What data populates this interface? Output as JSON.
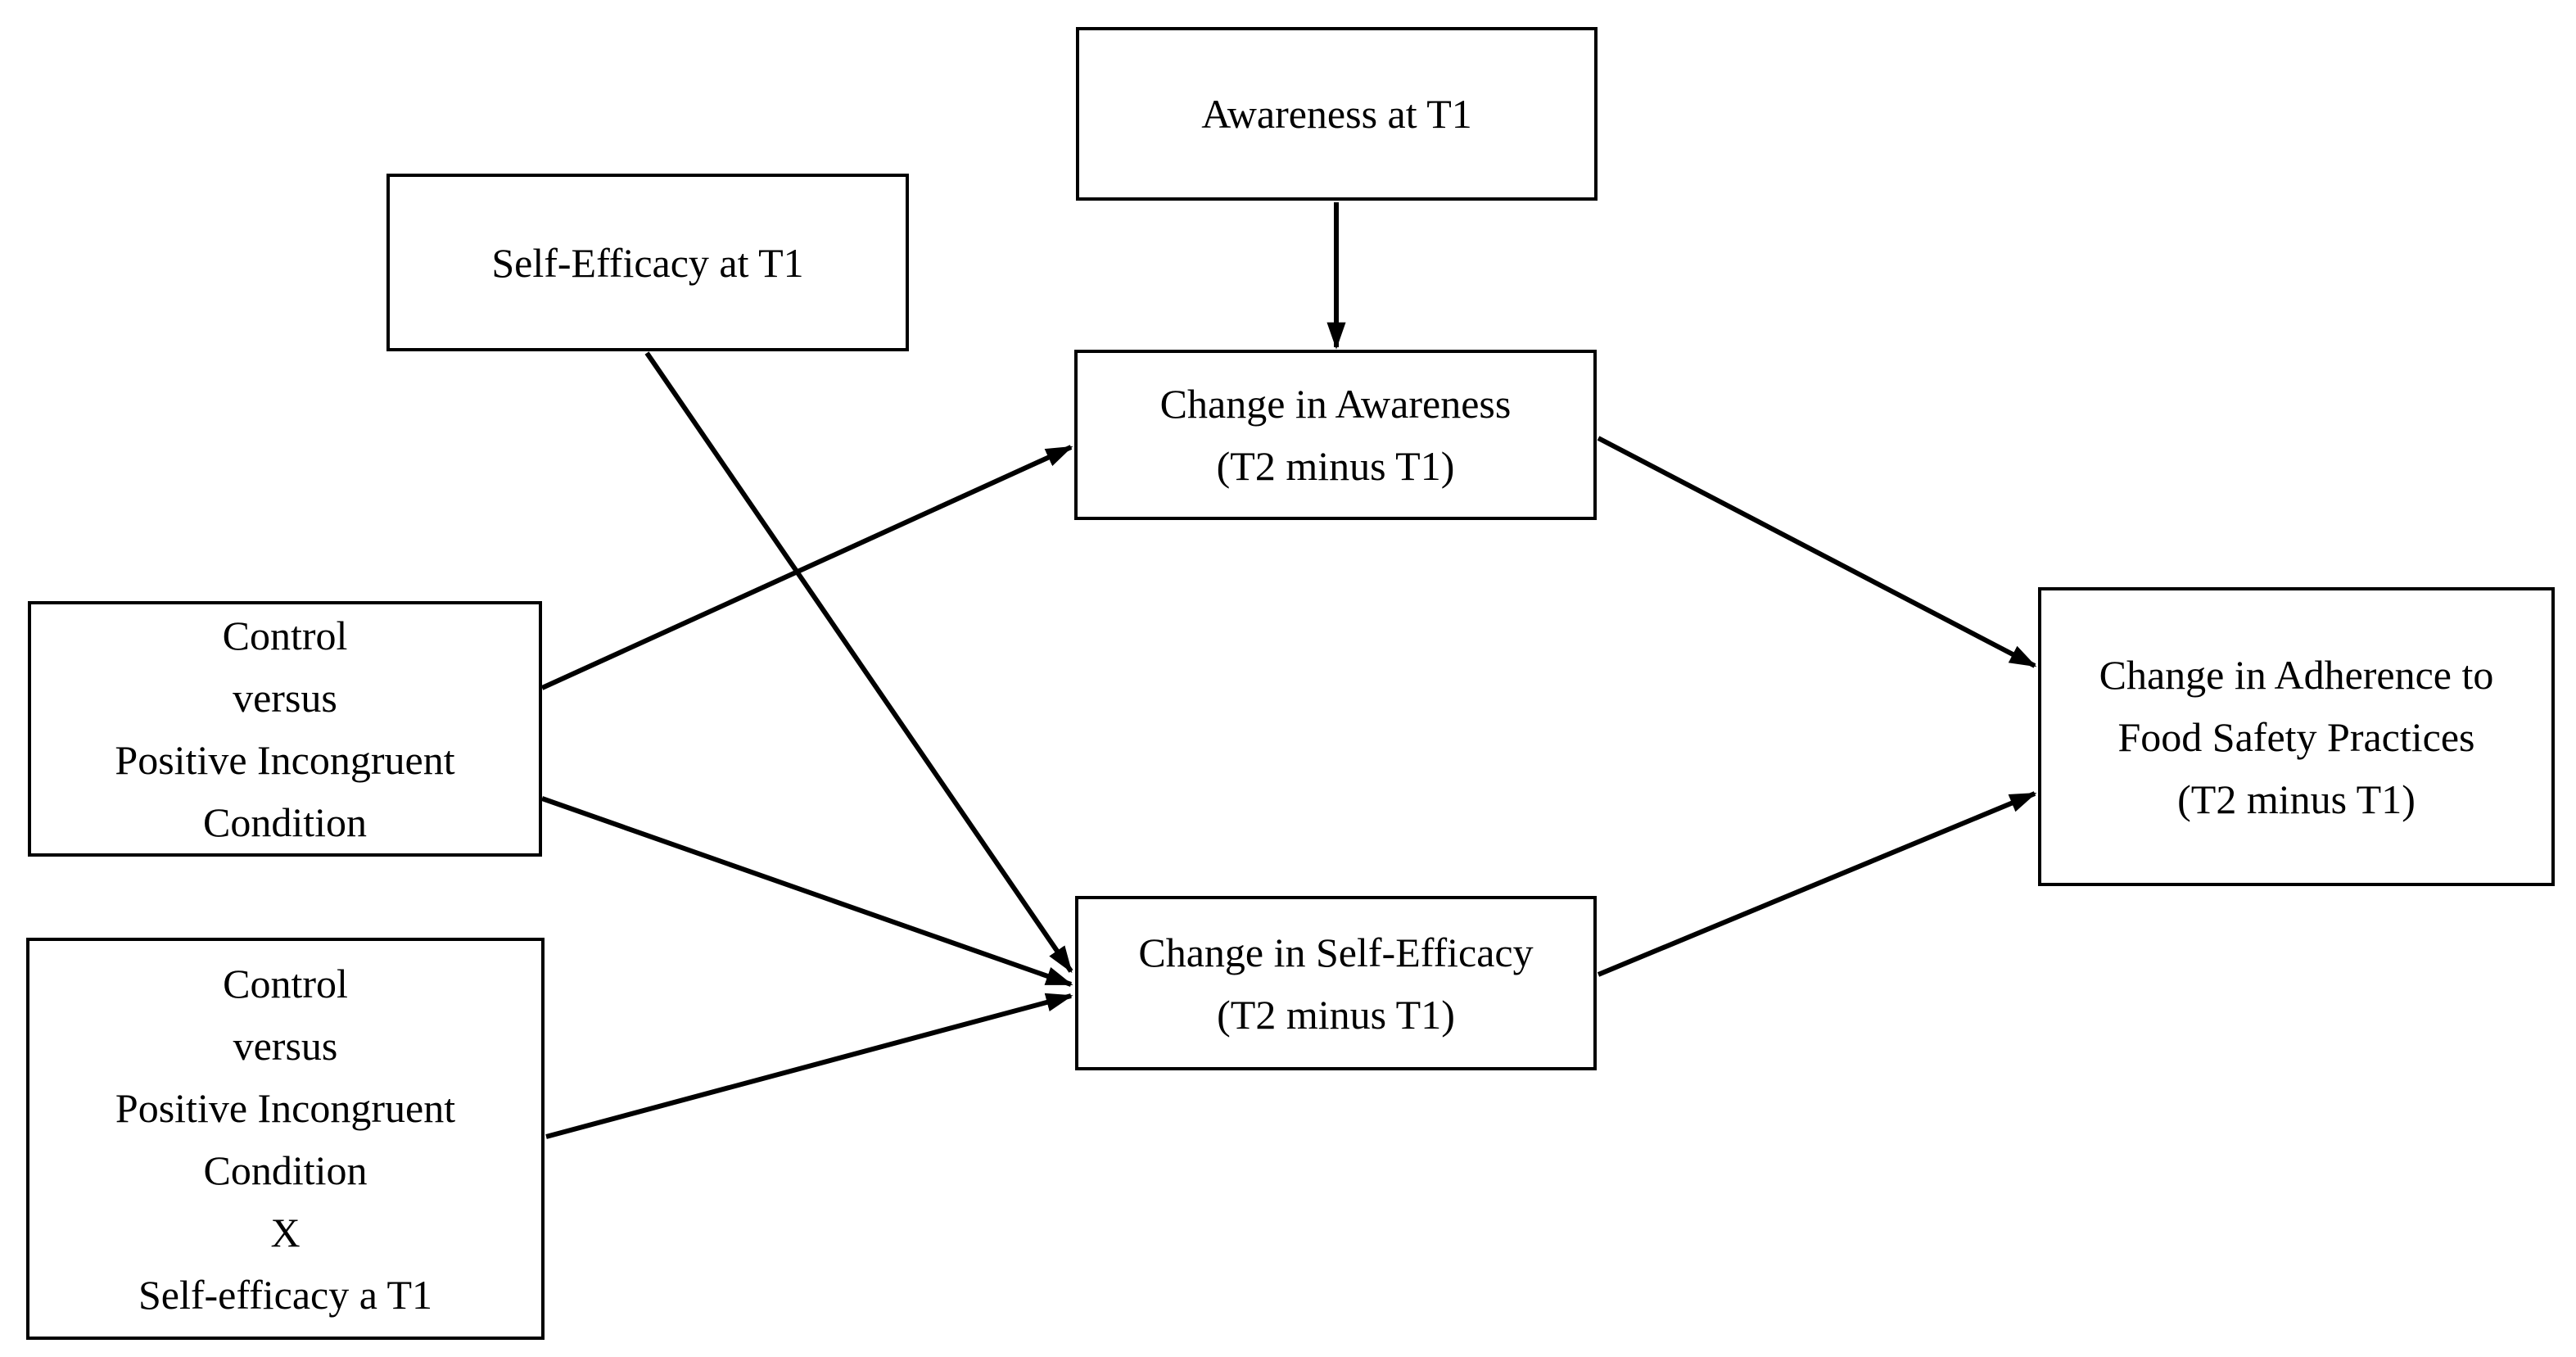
{
  "figure": {
    "type": "path-model-diagram",
    "background_color": "#ffffff",
    "line_color": "#000000",
    "nodes": {
      "awareness_t1": {
        "label": "Awareness at T1"
      },
      "self_efficacy_t1": {
        "label": "Self-Efficacy at T1"
      },
      "condition": {
        "label": "Control\nversus\nPositive Incongruent\nCondition"
      },
      "condition_x_self_efficacy": {
        "label": "Control\nversus\nPositive Incongruent\nCondition\nX\nSelf-efficacy a T1"
      },
      "change_awareness": {
        "label": "Change in Awareness\n(T2 minus T1)"
      },
      "change_self_efficacy": {
        "label": "Change in Self-Efficacy\n(T2 minus T1)"
      },
      "change_adherence": {
        "label": "Change in Adherence to\nFood Safety Practices\n(T2 minus T1)"
      }
    },
    "edges": [
      {
        "from": "awareness_t1",
        "to": "change_awareness"
      },
      {
        "from": "condition",
        "to": "change_awareness"
      },
      {
        "from": "self_efficacy_t1",
        "to": "change_self_efficacy"
      },
      {
        "from": "condition",
        "to": "change_self_efficacy"
      },
      {
        "from": "condition_x_self_efficacy",
        "to": "change_self_efficacy"
      },
      {
        "from": "change_awareness",
        "to": "change_adherence"
      },
      {
        "from": "change_self_efficacy",
        "to": "change_adherence"
      }
    ]
  }
}
